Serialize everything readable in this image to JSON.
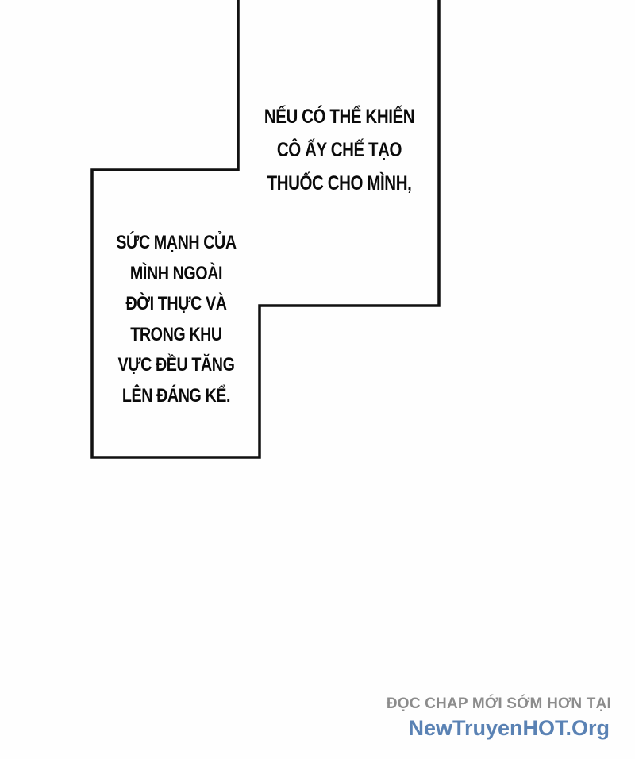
{
  "panel": {
    "background": "#fefefe",
    "border_color": "#111111",
    "upper_box": {
      "lines": [
        "NẾU CÓ THỂ KHIẾN",
        "CÔ ẤY CHẾ TẠO",
        "THUỐC CHO MÌNH,"
      ]
    },
    "lower_box": {
      "lines": [
        "SỨC MẠNH CỦA",
        "MÌNH NGOÀI",
        "ĐỜI THỰC VÀ",
        "TRONG KHU",
        "VỰC ĐỀU TĂNG",
        "LÊN ĐÁNG KỂ."
      ]
    }
  },
  "watermark": {
    "line1": "ĐỌC CHAP MỚI SỚM HƠN TẠI",
    "line2": "NewTruyenHOT.Org",
    "line1_color": "#8c8c8c",
    "line2_color": "#5a82b4"
  }
}
